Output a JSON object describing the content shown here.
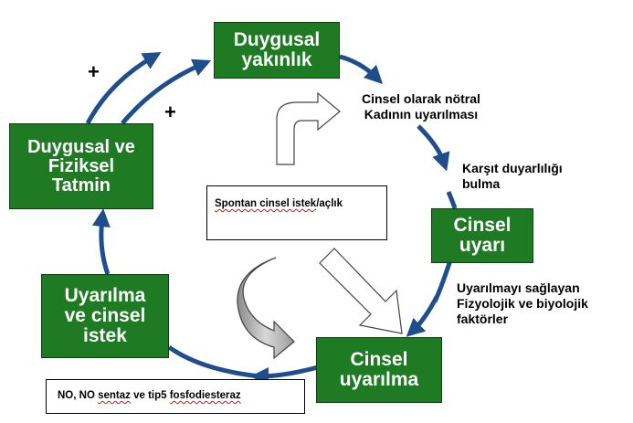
{
  "boxes": {
    "duygusal_yakinlik": "Duygusal\nyakınlık",
    "duygusal_fiziksel": "Duygusal ve\nFiziksel\nTatmin",
    "cinsel_uyari": "Cinsel\nuyarı",
    "uyarilma_istek": "Uyarılma\nve cinsel\nistek",
    "cinsel_uyarilma": "Cinsel\nuyarılma"
  },
  "labels": {
    "notral": "Cinsel olarak nötral\nKadının uyarılması",
    "karsit": "Karşıt duyarlılığı\nbulma",
    "fizyolojik": "Uyarılmayı  sağlayan\nFizyolojik  ve biyolojik\nfaktörler"
  },
  "plus_signs": [
    "+",
    "+"
  ],
  "spontan": {
    "part1": "Spontan cinsel istek",
    "part2": "/",
    "part3": "açlık"
  },
  "no_box": {
    "part1": "NO, NO ",
    "part2": "sentaz",
    "part3": " ve tip5 ",
    "part4": "fosfodiesteraz"
  },
  "colors": {
    "box_green": "#1f7a24",
    "cycle_arrow": "#1f4e8c"
  }
}
